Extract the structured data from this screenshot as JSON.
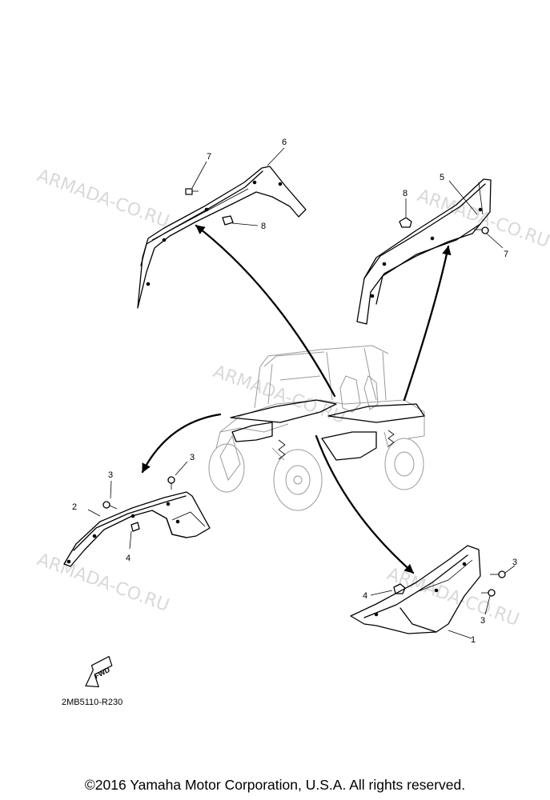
{
  "watermark": "ARMADA-CO.RU",
  "callouts": {
    "front_left_guard": "1",
    "rear_left_guard": "2",
    "screw": "3",
    "nut": "4",
    "front_right_guard": "5",
    "rear_right_guard": "6",
    "bolt": "7",
    "grommet_nut": "8"
  },
  "fwd_label": "FWD",
  "diagram_code": "2MB5110-R230",
  "copyright": "©2016 Yamaha Motor Corporation, U.S.A. All rights reserved.",
  "colors": {
    "ink": "#000000",
    "watermark": "#d9d9d9",
    "background": "#ffffff"
  }
}
